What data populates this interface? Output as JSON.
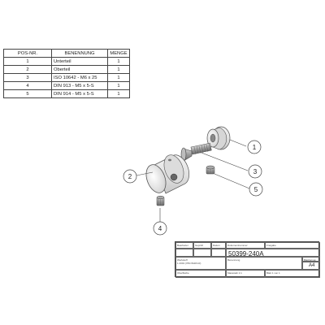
{
  "bom": {
    "headers": [
      "POS-NR.",
      "BENENNUNG",
      "MENGE"
    ],
    "rows": [
      {
        "pos": "1",
        "name": "Unterteil",
        "qty": "1"
      },
      {
        "pos": "2",
        "name": "Oberteil",
        "qty": "1"
      },
      {
        "pos": "3",
        "name": "ISO 10642 - M6 x 25",
        "qty": "1"
      },
      {
        "pos": "4",
        "name": "DIN 913 - M5 x 5-S",
        "qty": "1"
      },
      {
        "pos": "5",
        "name": "DIN 914 - M5 x 5-S",
        "qty": "1"
      }
    ]
  },
  "balloons": [
    "1",
    "2",
    "3",
    "4",
    "5"
  ],
  "title_block": {
    "document_number": "50399-240A",
    "format": "A4",
    "label_benennung": "Benennung",
    "label_material": "Werkstoff",
    "label_material_value": "1.4301 (X5CrNi18-10)",
    "label_oberflaeche": "Oberfläche",
    "label_massstab": "Massstab 1:1",
    "label_blatt": "Blatt 1 von 1",
    "label_bearbeitet": "Bearbeitet",
    "label_geprueft": "Geprüft",
    "label_datum": "Datum",
    "label_dokumentnummer": "Dokumentnummer",
    "label_freigabe": "Freigabe",
    "label_blattformat": "Blattformat"
  }
}
